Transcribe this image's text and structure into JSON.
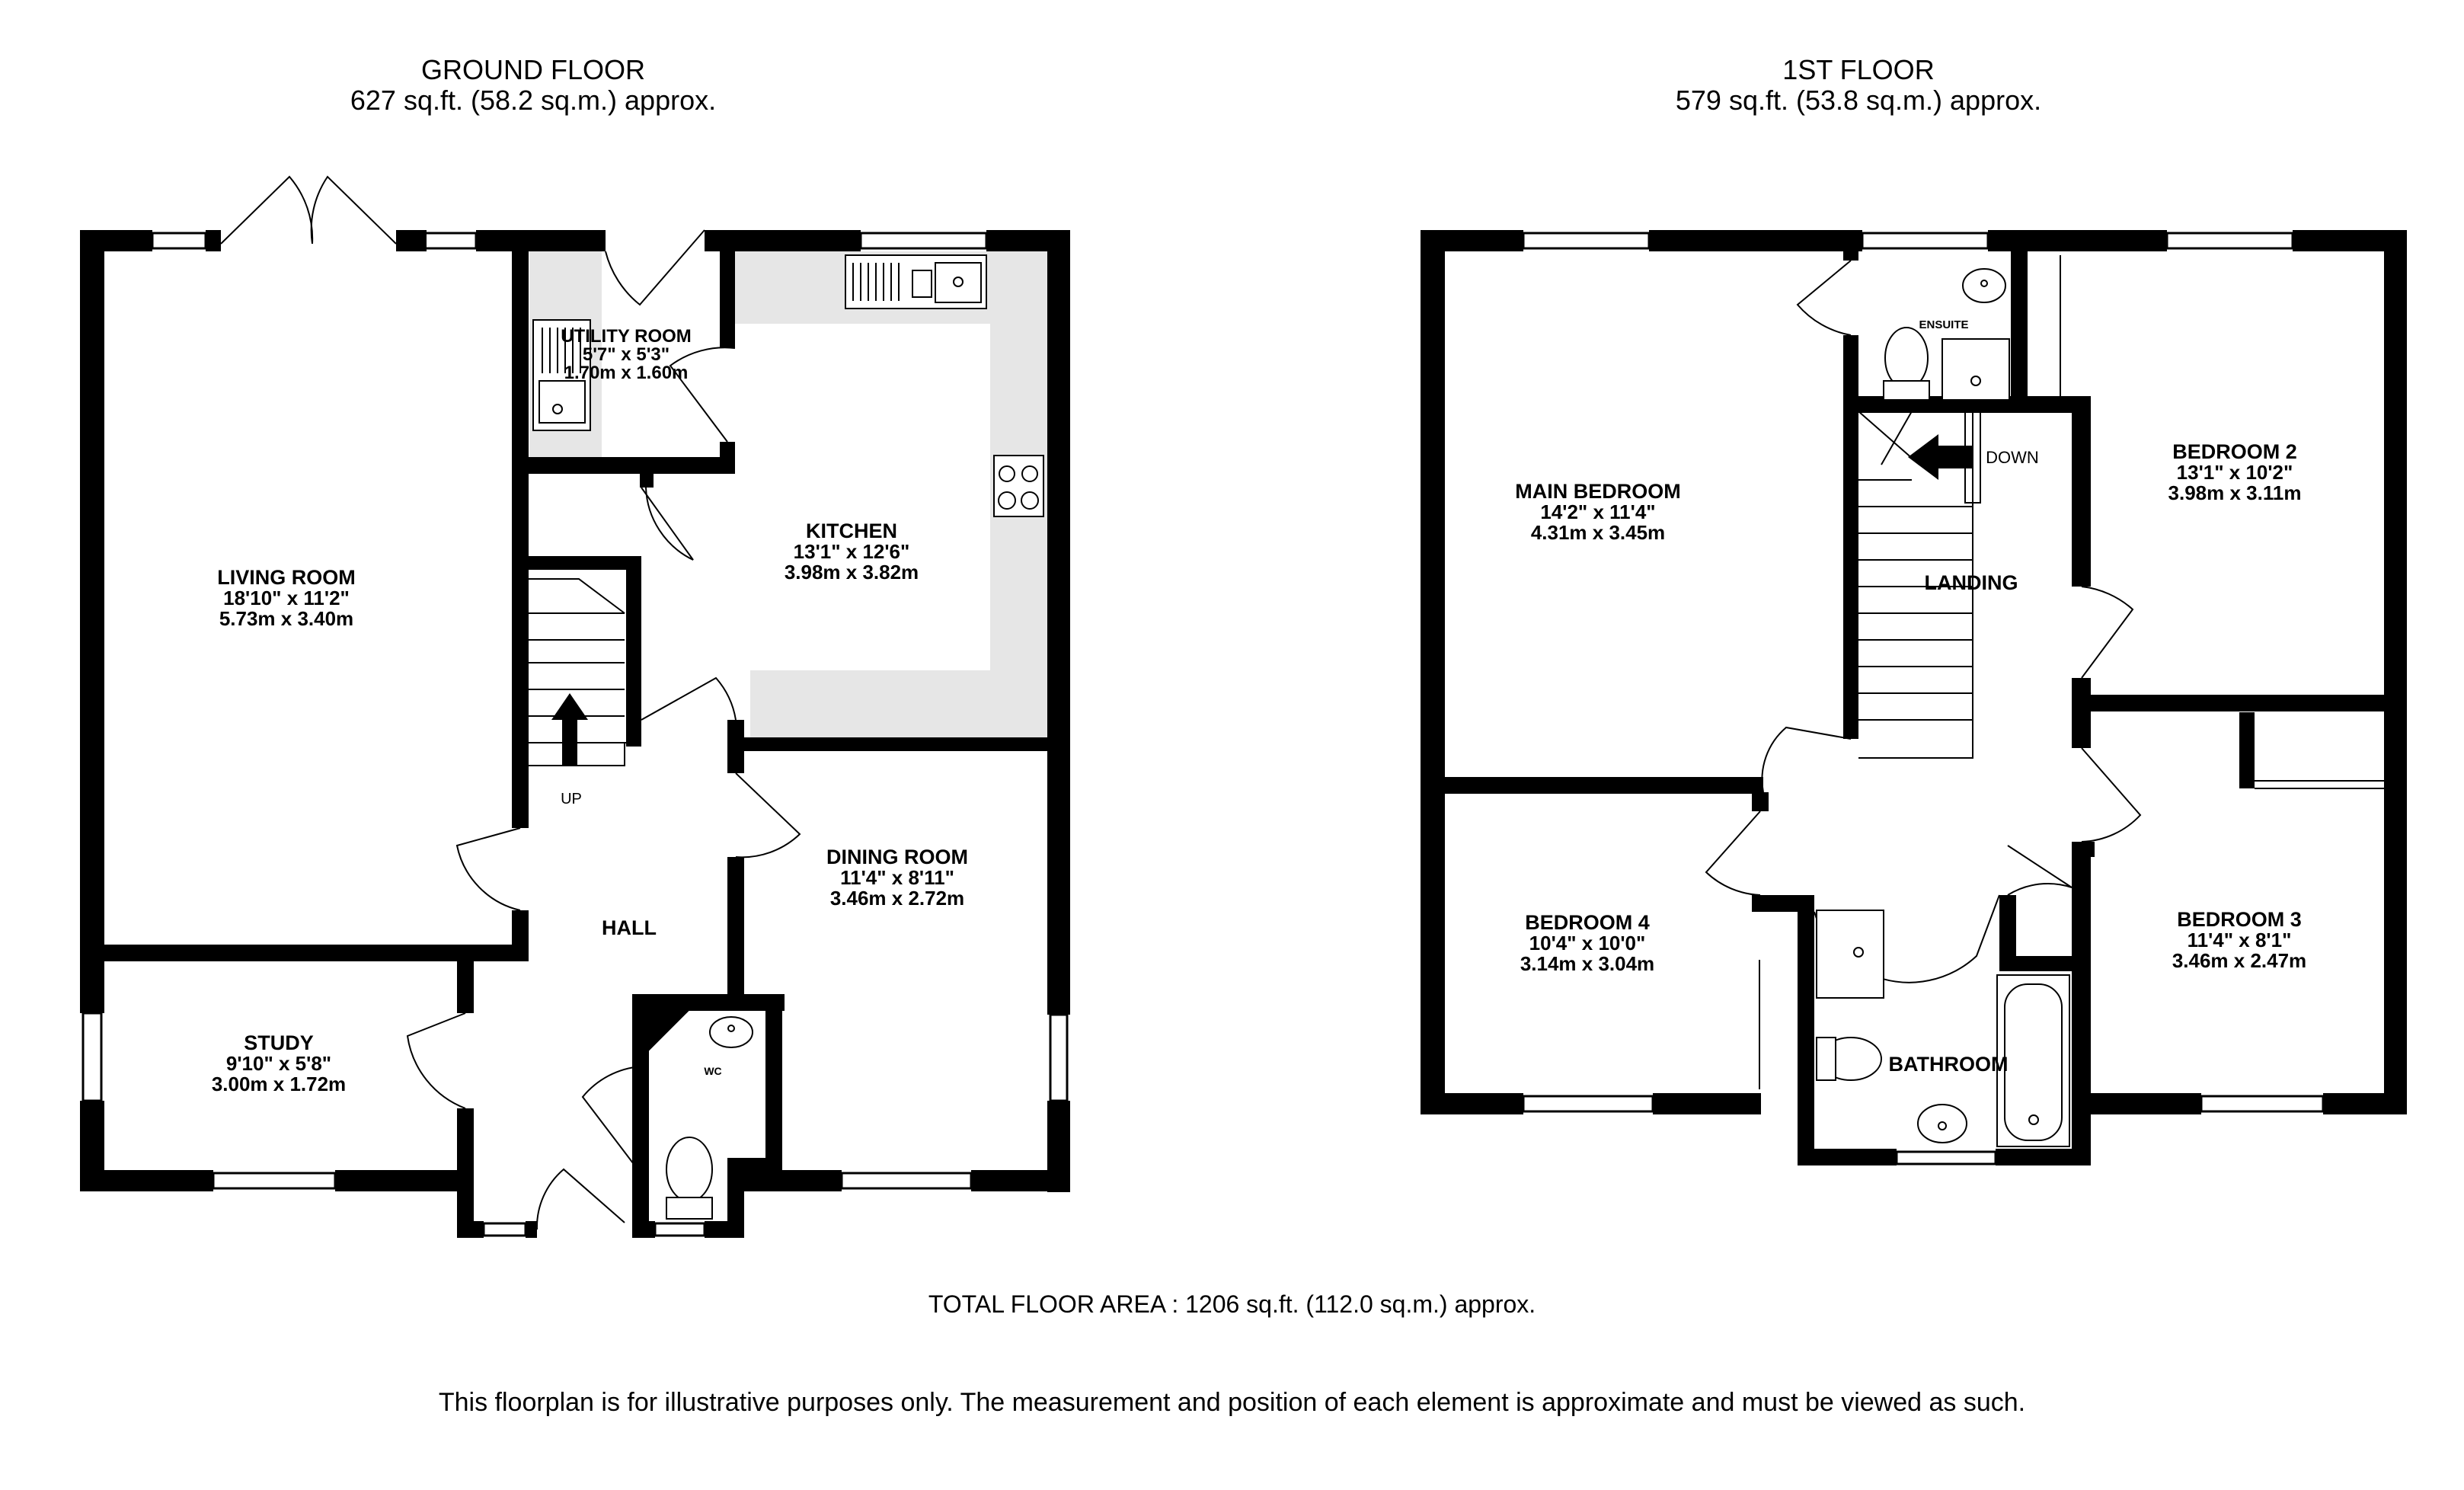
{
  "ground_floor": {
    "title": "GROUND FLOOR",
    "area": "627 sq.ft. (58.2 sq.m.) approx.",
    "rooms": [
      {
        "id": "living-room",
        "name": "LIVING ROOM",
        "imperial": "18'10\"  x 11'2\"",
        "metric": "5.73m  x 3.40m"
      },
      {
        "id": "utility-room",
        "name": "UTILITY ROOM",
        "imperial": "5'7\"  x 5'3\"",
        "metric": "1.70m  x 1.60m"
      },
      {
        "id": "kitchen",
        "name": "KITCHEN",
        "imperial": "13'1\"  x 12'6\"",
        "metric": "3.98m  x 3.82m"
      },
      {
        "id": "dining-room",
        "name": "DINING ROOM",
        "imperial": "11'4\"  x 8'11\"",
        "metric": "3.46m  x 2.72m"
      },
      {
        "id": "study",
        "name": "STUDY",
        "imperial": "9'10\"  x 5'8\"",
        "metric": "3.00m  x 1.72m"
      },
      {
        "id": "hall",
        "name": "HALL",
        "imperial": "",
        "metric": ""
      }
    ],
    "labels": {
      "up": "UP",
      "wc": "WC"
    }
  },
  "first_floor": {
    "title": "1ST FLOOR",
    "area": "579 sq.ft. (53.8 sq.m.) approx.",
    "rooms": [
      {
        "id": "main-bedroom",
        "name": "MAIN BEDROOM",
        "imperial": "14'2\"  x 11'4\"",
        "metric": "4.31m  x 3.45m"
      },
      {
        "id": "bedroom-2",
        "name": "BEDROOM 2",
        "imperial": "13'1\"  x 10'2\"",
        "metric": "3.98m  x 3.11m"
      },
      {
        "id": "bedroom-3",
        "name": "BEDROOM 3",
        "imperial": "11'4\"  x 8'1\"",
        "metric": "3.46m  x 2.47m"
      },
      {
        "id": "bedroom-4",
        "name": "BEDROOM 4",
        "imperial": "10'4\"  x 10'0\"",
        "metric": "3.14m  x 3.04m"
      },
      {
        "id": "landing",
        "name": "LANDING",
        "imperial": "",
        "metric": ""
      },
      {
        "id": "bathroom",
        "name": "BATHROOM",
        "imperial": "",
        "metric": ""
      }
    ],
    "labels": {
      "down": "DOWN",
      "ensuite": "ENSUITE"
    }
  },
  "total_area": "TOTAL FLOOR AREA : 1206 sq.ft. (112.0 sq.m.) approx.",
  "disclaimer": "This floorplan is for illustrative purposes only. The measurement and position of each element is approximate and must be viewed as such.",
  "colors": {
    "wall": "#000000",
    "hatch": "#e6e6e6",
    "background": "#ffffff"
  }
}
